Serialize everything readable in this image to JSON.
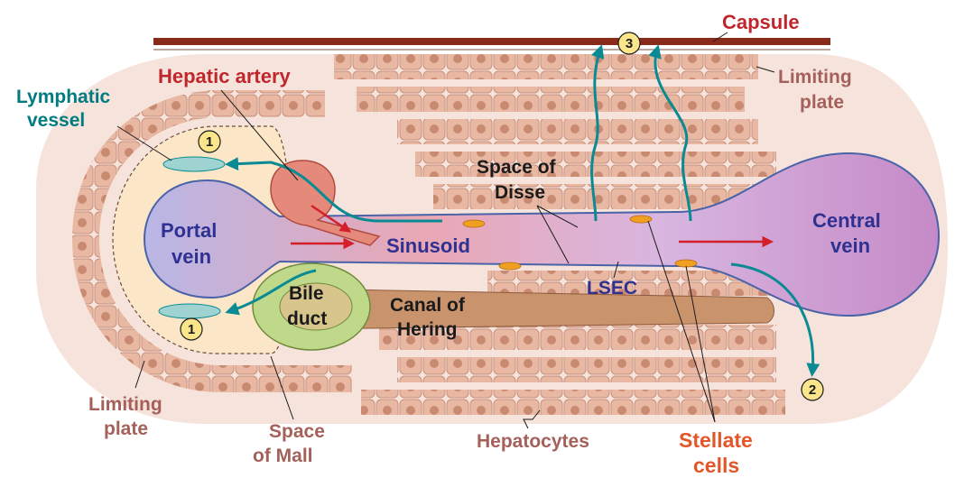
{
  "labels": {
    "capsule": "Capsule",
    "hepatic_artery": "Hepatic artery",
    "lymphatic_vessel_1": "Lymphatic",
    "lymphatic_vessel_2": "vessel",
    "limiting_plate_top_1": "Limiting",
    "limiting_plate_top_2": "plate",
    "portal_vein_1": "Portal",
    "portal_vein_2": "vein",
    "sinusoid": "Sinusoid",
    "space_of_disse_1": "Space of",
    "space_of_disse_2": "Disse",
    "central_vein_1": "Central",
    "central_vein_2": "vein",
    "lsec": "LSEC",
    "bile_duct_1": "Bile",
    "bile_duct_2": "duct",
    "canal_of_hering_1": "Canal of",
    "canal_of_hering_2": "Hering",
    "limiting_plate_bottom_1": "Limiting",
    "limiting_plate_bottom_2": "plate",
    "space_of_mall_1": "Space",
    "space_of_mall_2": "of Mall",
    "hepatocytes": "Hepatocytes",
    "stellate_cells_1": "Stellate",
    "stellate_cells_2": "cells"
  },
  "badges": {
    "b1_top": "1",
    "b1_bottom": "1",
    "b2": "2",
    "b3": "3"
  },
  "colors": {
    "background_tissue": "#f6e4dc",
    "hepatocyte_fill": "#e9b8a3",
    "hepatocyte_nucleus": "#c98a72",
    "portal_vein": "#b9b6e6",
    "central_vein": "#c58ac7",
    "hepatic_artery": "#e58a7a",
    "bile_duct": "#bfd88a",
    "space_of_mall": "#fbe7c8",
    "capsule": "#8a2a1a",
    "lymph_arrow": "#0a8a92",
    "blood_arrow": "#d41f2b",
    "stellate": "#f0a020",
    "badge_fill": "#fbe58a"
  }
}
